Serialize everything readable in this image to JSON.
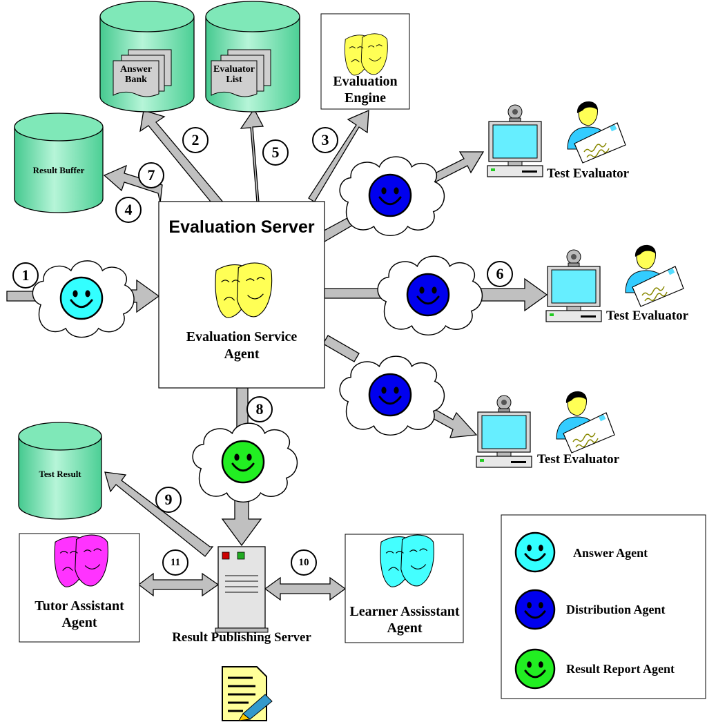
{
  "server": {
    "title": "Evaluation Server",
    "agent": "Evaluation Service Agent"
  },
  "databases": {
    "answer_bank": "Answer Bank",
    "evaluator_list": "Evaluator List",
    "result_buffer": "Result Buffer",
    "test_result": "Test Result"
  },
  "engine": {
    "label": "Evaluation Engine"
  },
  "evaluators": [
    "Test Evaluator",
    "Test Evaluator",
    "Test Evaluator"
  ],
  "steps": [
    "1",
    "2",
    "3",
    "4",
    "5",
    "6",
    "7",
    "8",
    "9",
    "10",
    "11"
  ],
  "tutor": {
    "label": "Tutor Assistant Agent"
  },
  "learner": {
    "label": "Learner Assisstant Agent"
  },
  "publisher": {
    "label": "Result Publishing Server"
  },
  "legend": {
    "items": [
      {
        "label": "Answer Agent",
        "color": "#33ffff"
      },
      {
        "label": "Distribution Agent",
        "color": "#0000ee"
      },
      {
        "label": "Result Report Agent",
        "color": "#22ee22"
      }
    ]
  },
  "colors": {
    "db_fill": "#7fe8b8",
    "arrow_fill": "#c0c0c0",
    "mask_yellow": "#ffff55",
    "mask_magenta": "#ff33ff",
    "mask_cyan": "#44ffff",
    "screen": "#66eeff",
    "person": "#33ccff"
  }
}
